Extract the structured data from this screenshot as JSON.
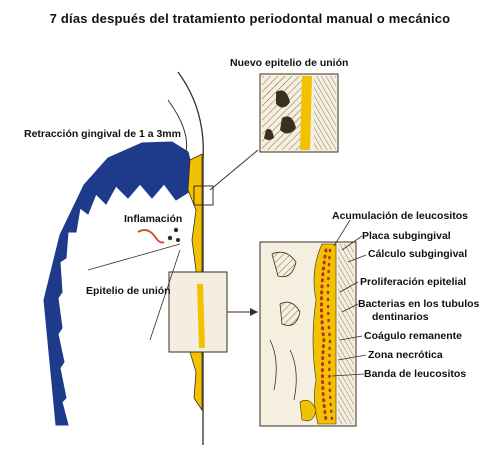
{
  "title": "7 días después del tratamiento periodontal manual o mecánico",
  "labels": {
    "nuevo_epitelio": "Nuevo epitelio de unión",
    "retraccion": "Retracción gingival de 1 a 3mm",
    "inflamacion": "Inflamación",
    "epitelio_union": "Epitelio de unión",
    "acumulacion": "Acumulación de leucositos",
    "placa": "Placa subgingival",
    "calculo": "Cálculo subgingival",
    "proliferacion": "Proliferación epitelial",
    "bacterias_1": "Bacterias en los tubulos",
    "bacterias_2": "dentinarios",
    "coagulo": "Coágulo remanente",
    "zona": "Zona necrótica",
    "banda": "Banda de leucositos"
  },
  "colors": {
    "gingiva": "#1e3a8a",
    "epithelium": "#f2c200",
    "leukocytes": "#b3322a",
    "line": "#3a2f22",
    "background": "#ffffff"
  }
}
